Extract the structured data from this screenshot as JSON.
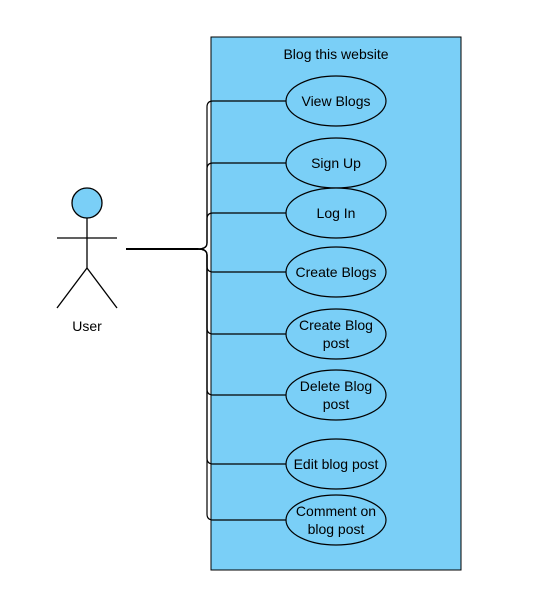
{
  "system": {
    "title": "Blog this website",
    "fill": "#7ACFF7",
    "stroke": "#000000"
  },
  "actor": {
    "label": "User",
    "head_fill": "#7ACFF7"
  },
  "use_cases": [
    {
      "id": "view-blogs",
      "lines": [
        "View Blogs"
      ]
    },
    {
      "id": "sign-up",
      "lines": [
        "Sign Up"
      ]
    },
    {
      "id": "log-in",
      "lines": [
        "Log In"
      ]
    },
    {
      "id": "create-blogs",
      "lines": [
        "Create Blogs"
      ]
    },
    {
      "id": "create-blog-post",
      "lines": [
        "Create Blog",
        "post"
      ]
    },
    {
      "id": "delete-blog-post",
      "lines": [
        "Delete Blog",
        "post"
      ]
    },
    {
      "id": "edit-blog-post",
      "lines": [
        "Edit blog post"
      ]
    },
    {
      "id": "comment-on-blog-post",
      "lines": [
        "Comment on",
        "blog post"
      ]
    }
  ]
}
